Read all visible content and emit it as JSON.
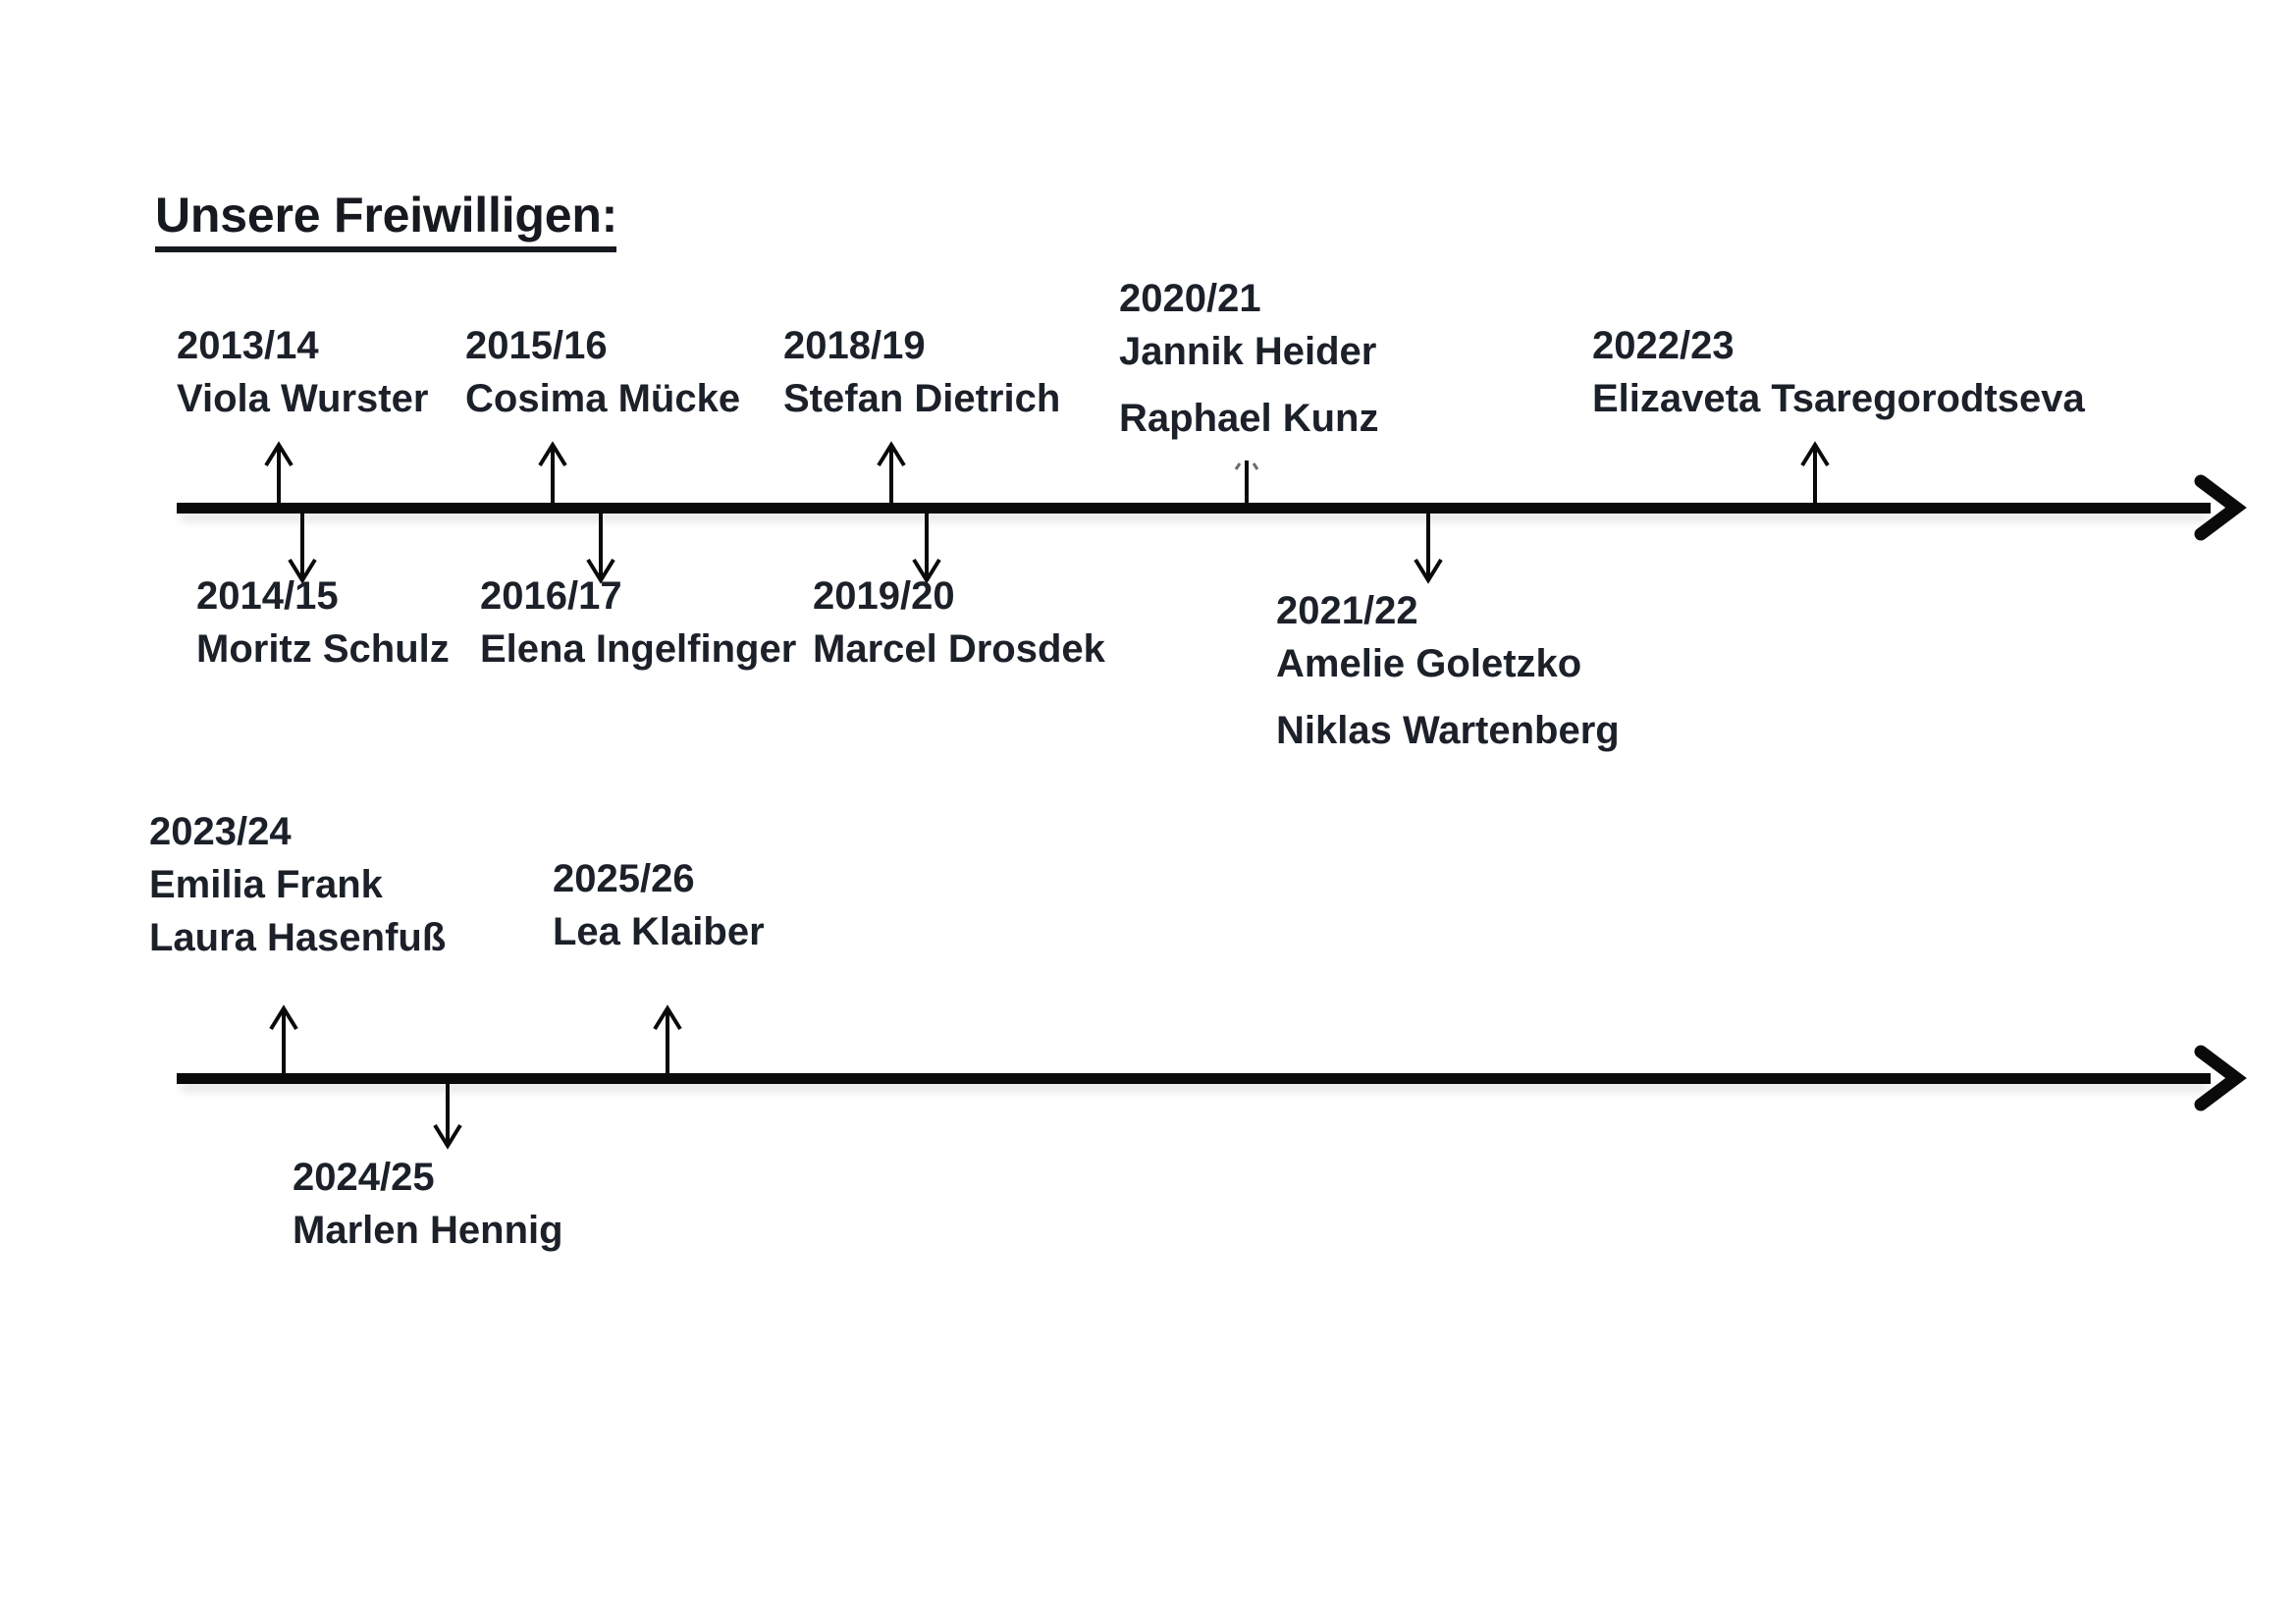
{
  "document": {
    "title": "Unsere Freiwilligen:",
    "language": "de",
    "background_color": "#ffffff",
    "ink_color": "#1b2029"
  },
  "timelines": [
    {
      "id": "timeline-1",
      "axis": {
        "direction": "left-to-right",
        "arrowhead": "right"
      },
      "entries": [
        {
          "year": "2013/14",
          "names": [
            "Viola Wurster"
          ],
          "position": "above",
          "marker": "up-arrow"
        },
        {
          "year": "2014/15",
          "names": [
            "Moritz Schulz"
          ],
          "position": "below",
          "marker": "down-arrow"
        },
        {
          "year": "2015/16",
          "names": [
            "Cosima Mücke"
          ],
          "position": "above",
          "marker": "up-arrow"
        },
        {
          "year": "2016/17",
          "names": [
            "Elena Ingelfinger"
          ],
          "position": "below",
          "marker": "down-arrow"
        },
        {
          "year": "2018/19",
          "names": [
            "Stefan Dietrich"
          ],
          "position": "above",
          "marker": "up-arrow"
        },
        {
          "year": "2019/20",
          "names": [
            "Marcel Drosdek"
          ],
          "position": "below",
          "marker": "down-arrow"
        },
        {
          "year": "2020/21",
          "names": [
            "Jannik Heider",
            "Raphael Kunz"
          ],
          "position": "above",
          "marker": "up-arrow-short"
        },
        {
          "year": "2021/22",
          "names": [
            "Amelie Goletzko",
            "Niklas Wartenberg"
          ],
          "position": "below",
          "marker": "down-arrow"
        },
        {
          "year": "2022/23",
          "names": [
            "Elizaveta Tsaregorodtseva"
          ],
          "position": "above",
          "marker": "up-arrow"
        }
      ]
    },
    {
      "id": "timeline-2",
      "axis": {
        "direction": "left-to-right",
        "arrowhead": "right"
      },
      "entries": [
        {
          "year": "2023/24",
          "names": [
            "Emilia Frank",
            "Laura Hasenfuß"
          ],
          "position": "above",
          "marker": "up-arrow"
        },
        {
          "year": "2024/25",
          "names": [
            "Marlen Hennig"
          ],
          "position": "below",
          "marker": "down-arrow"
        },
        {
          "year": "2025/26",
          "names": [
            "Lea Klaiber"
          ],
          "position": "above",
          "marker": "up-arrow"
        }
      ]
    }
  ]
}
